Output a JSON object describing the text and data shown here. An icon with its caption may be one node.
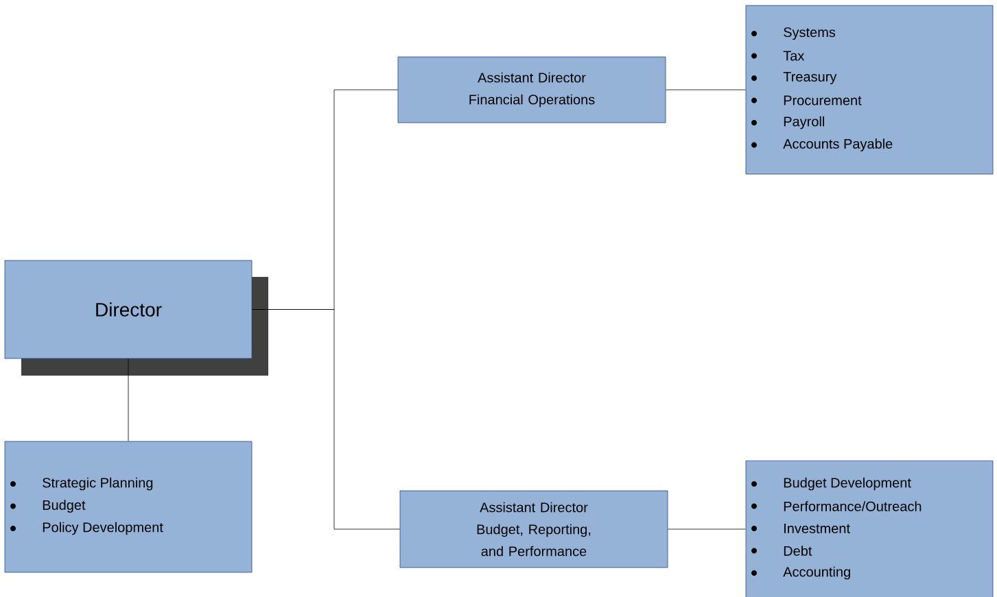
{
  "diagram": {
    "nodes": [
      {
        "text": [
          "Director"
        ]
      },
      {
        "text": [
          "Assistant Director",
          "Financial Operations"
        ]
      },
      {
        "text": [
          "Systems",
          "Tax",
          "Treasury",
          "Procurement",
          "Payroll",
          "Accounts Payable"
        ]
      },
      {
        "text": [
          "Assistant Director",
          "Budget, Reporting, and Performance"
        ]
      },
      {
        "text": [
          "Budget Development",
          "Performance/Outreach",
          "Investment",
          "Debt",
          "Accounting"
        ]
      },
      {
        "text": [
          "Strategic Planning",
          "Budget",
          "Policy Development"
        ]
      }
    ],
    "edges": [
      {
        "from": 0,
        "to": 1,
        "arrow": "none"
      },
      {
        "from": 0,
        "to": 3,
        "arrow": "none"
      },
      {
        "from": 1,
        "to": 2,
        "arrow": "none"
      },
      {
        "from": 3,
        "to": 4,
        "arrow": "none"
      },
      {
        "from": 0,
        "to": 5,
        "arrow": "none"
      }
    ]
  }
}
